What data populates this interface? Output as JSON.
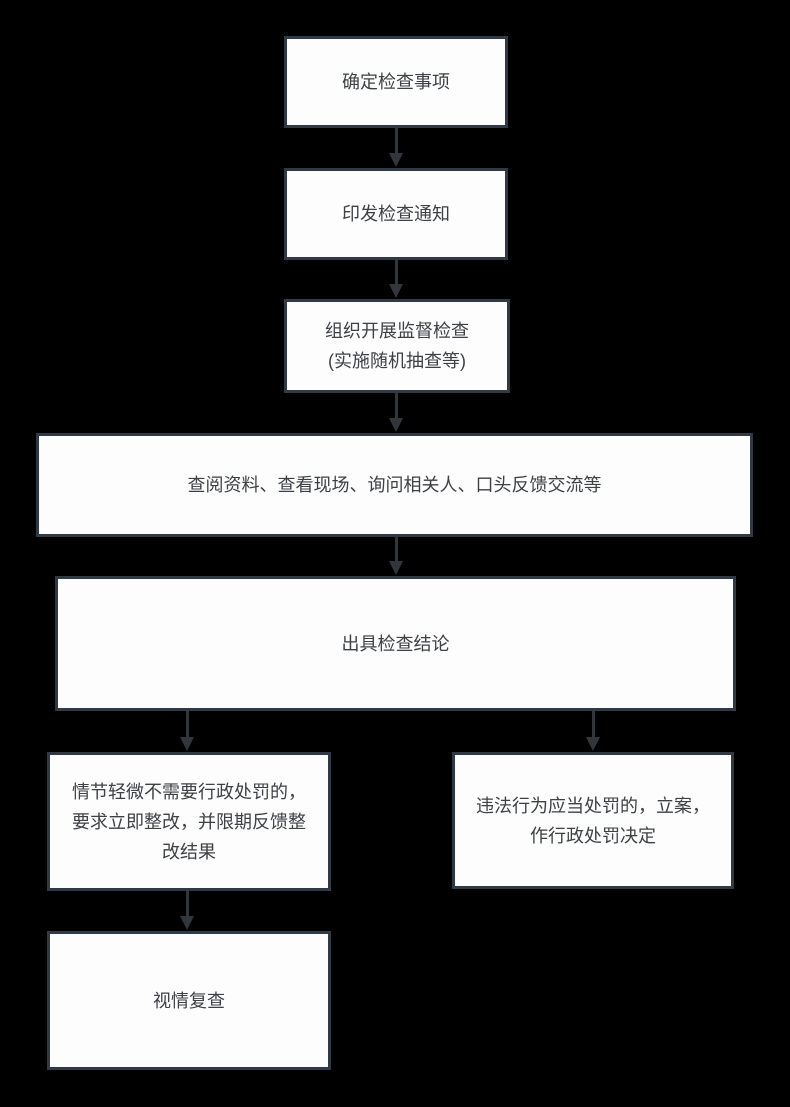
{
  "colors": {
    "background": "#000000",
    "node_fill": "#fdfdfd",
    "node_border": "#313a44",
    "arrow": "#31363d",
    "text": "#3d4045"
  },
  "flowchart": {
    "nodes": [
      {
        "name": "determine-inspection-items",
        "lines": [
          "确定检查事项"
        ]
      },
      {
        "name": "issue-inspection-notice",
        "lines": [
          "印发检查通知"
        ]
      },
      {
        "name": "organize-supervision-inspection",
        "lines": [
          "组织开展监督检查",
          "(实施随机抽查等)"
        ]
      },
      {
        "name": "inspection-methods",
        "lines": [
          "查阅资料、查看现场、询问相关人、口头反馈交流等"
        ]
      },
      {
        "name": "issue-inspection-conclusion",
        "lines": [
          "出具检查结论"
        ]
      },
      {
        "name": "minor-violation-rectification",
        "lines": [
          "情节轻微不需要行政处罚的，",
          "要求立即整改，并限期反馈整",
          "改结果"
        ]
      },
      {
        "name": "illegal-act-penalty-decision",
        "lines": [
          "违法行为应当处罚的，立案，",
          "作行政处罚决定"
        ]
      },
      {
        "name": "review-as-appropriate",
        "lines": [
          "视情复查"
        ]
      }
    ]
  }
}
